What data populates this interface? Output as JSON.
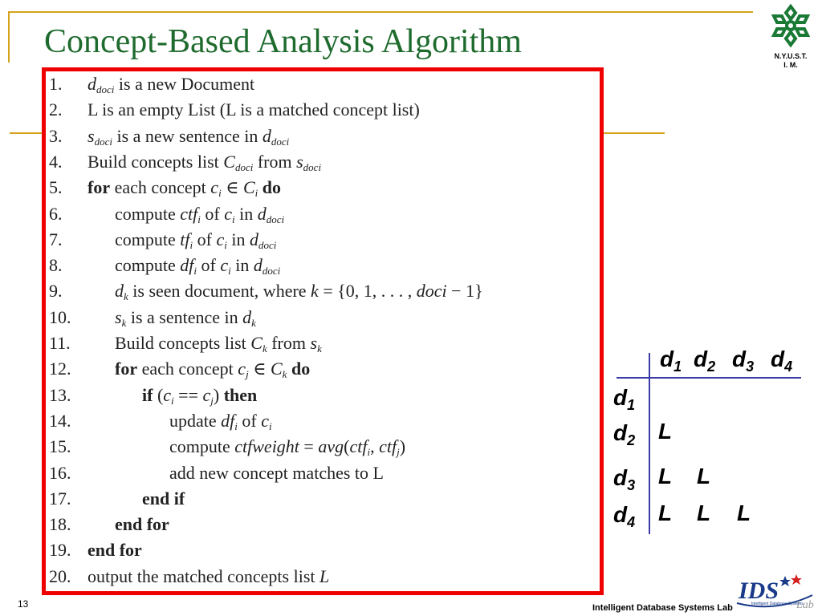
{
  "slide": {
    "title": "Concept-Based Analysis Algorithm",
    "page_number": "13",
    "footer": "Intelligent Database Systems Lab",
    "logo_text_1": "N.Y.U.S.T.",
    "logo_text_2": "I. M.",
    "ids_logo_text": "IDS",
    "ids_logo_lab": "Lab",
    "ids_logo_subtext": "Intelligent Database Systems"
  },
  "algorithm": [
    {
      "n": "1.",
      "indent": 0,
      "parts": [
        [
          "i",
          "d"
        ],
        [
          "s",
          "doci"
        ],
        [
          "t",
          " is a new Document"
        ]
      ]
    },
    {
      "n": "2.",
      "indent": 0,
      "parts": [
        [
          "t",
          "L is an empty List (L is a matched concept list)"
        ]
      ]
    },
    {
      "n": "3.",
      "indent": 0,
      "parts": [
        [
          "i",
          "s"
        ],
        [
          "s",
          "doci"
        ],
        [
          "t",
          " is a new sentence in "
        ],
        [
          "i",
          "d"
        ],
        [
          "s",
          "doci"
        ]
      ]
    },
    {
      "n": "4.",
      "indent": 0,
      "parts": [
        [
          "t",
          "Build concepts list "
        ],
        [
          "i",
          "C"
        ],
        [
          "s",
          "doci"
        ],
        [
          "t",
          " from "
        ],
        [
          "i",
          "s"
        ],
        [
          "s",
          "doci"
        ]
      ]
    },
    {
      "n": "5.",
      "indent": 0,
      "parts": [
        [
          "b",
          "for"
        ],
        [
          "t",
          " each concept "
        ],
        [
          "i",
          "c"
        ],
        [
          "s",
          "i"
        ],
        [
          "t",
          " ∈ "
        ],
        [
          "i",
          "C"
        ],
        [
          "s",
          "i"
        ],
        [
          "t",
          " "
        ],
        [
          "b",
          "do"
        ]
      ]
    },
    {
      "n": "6.",
      "indent": 1,
      "parts": [
        [
          "t",
          "compute "
        ],
        [
          "i",
          "ctf"
        ],
        [
          "s",
          "i"
        ],
        [
          "t",
          " of "
        ],
        [
          "i",
          "c"
        ],
        [
          "s",
          "i"
        ],
        [
          "t",
          " in "
        ],
        [
          "i",
          "d"
        ],
        [
          "s",
          "doci"
        ]
      ]
    },
    {
      "n": "7.",
      "indent": 1,
      "parts": [
        [
          "t",
          "compute "
        ],
        [
          "i",
          "tf"
        ],
        [
          "s",
          "i"
        ],
        [
          "t",
          " of "
        ],
        [
          "i",
          "c"
        ],
        [
          "s",
          "i"
        ],
        [
          "t",
          " in "
        ],
        [
          "i",
          "d"
        ],
        [
          "s",
          "doci"
        ]
      ]
    },
    {
      "n": "8.",
      "indent": 1,
      "parts": [
        [
          "t",
          "compute "
        ],
        [
          "i",
          "df"
        ],
        [
          "s",
          "i"
        ],
        [
          "t",
          " of "
        ],
        [
          "i",
          "c"
        ],
        [
          "s",
          "i"
        ],
        [
          "t",
          " in "
        ],
        [
          "i",
          "d"
        ],
        [
          "s",
          "doci"
        ]
      ]
    },
    {
      "n": "9.",
      "indent": 1,
      "parts": [
        [
          "i",
          "d"
        ],
        [
          "s",
          "k"
        ],
        [
          "t",
          " is seen document, where "
        ],
        [
          "i",
          "k"
        ],
        [
          "t",
          " = {0, 1, . . . , "
        ],
        [
          "i",
          "doci"
        ],
        [
          "t",
          " − 1}"
        ]
      ]
    },
    {
      "n": "10.",
      "indent": 1,
      "parts": [
        [
          "i",
          "s"
        ],
        [
          "s",
          "k"
        ],
        [
          "t",
          " is a sentence in "
        ],
        [
          "i",
          "d"
        ],
        [
          "s",
          "k"
        ]
      ]
    },
    {
      "n": "11.",
      "indent": 1,
      "parts": [
        [
          "t",
          "Build concepts list "
        ],
        [
          "i",
          "C"
        ],
        [
          "s",
          "k"
        ],
        [
          "t",
          " from "
        ],
        [
          "i",
          "s"
        ],
        [
          "s",
          "k"
        ]
      ]
    },
    {
      "n": "12.",
      "indent": 1,
      "parts": [
        [
          "b",
          "for"
        ],
        [
          "t",
          " each concept "
        ],
        [
          "i",
          "c"
        ],
        [
          "s",
          "j"
        ],
        [
          "t",
          " ∈ "
        ],
        [
          "i",
          "C"
        ],
        [
          "s",
          "k"
        ],
        [
          "t",
          " "
        ],
        [
          "b",
          "do"
        ]
      ]
    },
    {
      "n": "13.",
      "indent": 2,
      "parts": [
        [
          "b",
          "if"
        ],
        [
          "t",
          " ("
        ],
        [
          "i",
          "c"
        ],
        [
          "s",
          "i"
        ],
        [
          "t",
          " == "
        ],
        [
          "i",
          "c"
        ],
        [
          "s",
          "j"
        ],
        [
          "t",
          ") "
        ],
        [
          "b",
          "then"
        ]
      ]
    },
    {
      "n": "14.",
      "indent": 3,
      "parts": [
        [
          "t",
          "update "
        ],
        [
          "i",
          "df"
        ],
        [
          "s",
          "i"
        ],
        [
          "t",
          " of "
        ],
        [
          "i",
          "c"
        ],
        [
          "s",
          "i"
        ]
      ]
    },
    {
      "n": "15.",
      "indent": 3,
      "parts": [
        [
          "t",
          "compute "
        ],
        [
          "i",
          "ctfweight"
        ],
        [
          "t",
          " = "
        ],
        [
          "i",
          "avg"
        ],
        [
          "t",
          "("
        ],
        [
          "i",
          "ctf"
        ],
        [
          "s",
          "i"
        ],
        [
          "t",
          ", "
        ],
        [
          "i",
          "ctf"
        ],
        [
          "s",
          "j"
        ],
        [
          "t",
          ")"
        ]
      ]
    },
    {
      "n": "16.",
      "indent": 3,
      "parts": [
        [
          "t",
          "add new concept matches to L"
        ]
      ]
    },
    {
      "n": "17.",
      "indent": 2,
      "parts": [
        [
          "b",
          "end if"
        ]
      ]
    },
    {
      "n": "18.",
      "indent": 1,
      "parts": [
        [
          "b",
          "end for"
        ]
      ]
    },
    {
      "n": "19.",
      "indent": 0,
      "parts": [
        [
          "b",
          "end for"
        ]
      ]
    },
    {
      "n": "20.",
      "indent": 0,
      "parts": [
        [
          "t",
          "output the matched concepts list "
        ],
        [
          "i",
          "L"
        ]
      ]
    }
  ],
  "matrix": {
    "col_headers": [
      {
        "base": "d",
        "sub": "1"
      },
      {
        "base": "d",
        "sub": "2"
      },
      {
        "base": "d",
        "sub": "3"
      },
      {
        "base": "d",
        "sub": "4"
      }
    ],
    "row_headers": [
      {
        "base": "d",
        "sub": "1"
      },
      {
        "base": "d",
        "sub": "2"
      },
      {
        "base": "d",
        "sub": "3"
      },
      {
        "base": "d",
        "sub": "4"
      }
    ],
    "cells": [
      [],
      [
        "L"
      ],
      [
        "L",
        "L"
      ],
      [
        "L",
        "L",
        "L"
      ]
    ]
  }
}
